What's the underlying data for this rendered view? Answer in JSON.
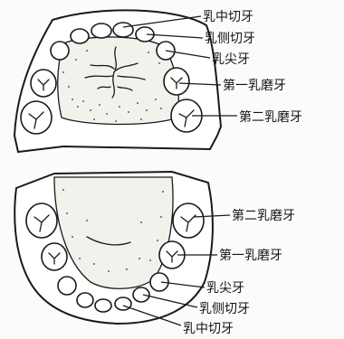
{
  "upper_jaw": {
    "labels": {
      "central_incisor": "乳中切牙",
      "lateral_incisor": "乳侧切牙",
      "canine": "乳尖牙",
      "first_molar": "第一乳磨牙",
      "second_molar": "第二乳磨牙"
    }
  },
  "lower_jaw": {
    "labels": {
      "second_molar": "第二乳磨牙",
      "first_molar": "第一乳磨牙",
      "canine": "乳尖牙",
      "lateral_incisor": "乳侧切牙",
      "central_incisor": "乳中切牙"
    }
  }
}
